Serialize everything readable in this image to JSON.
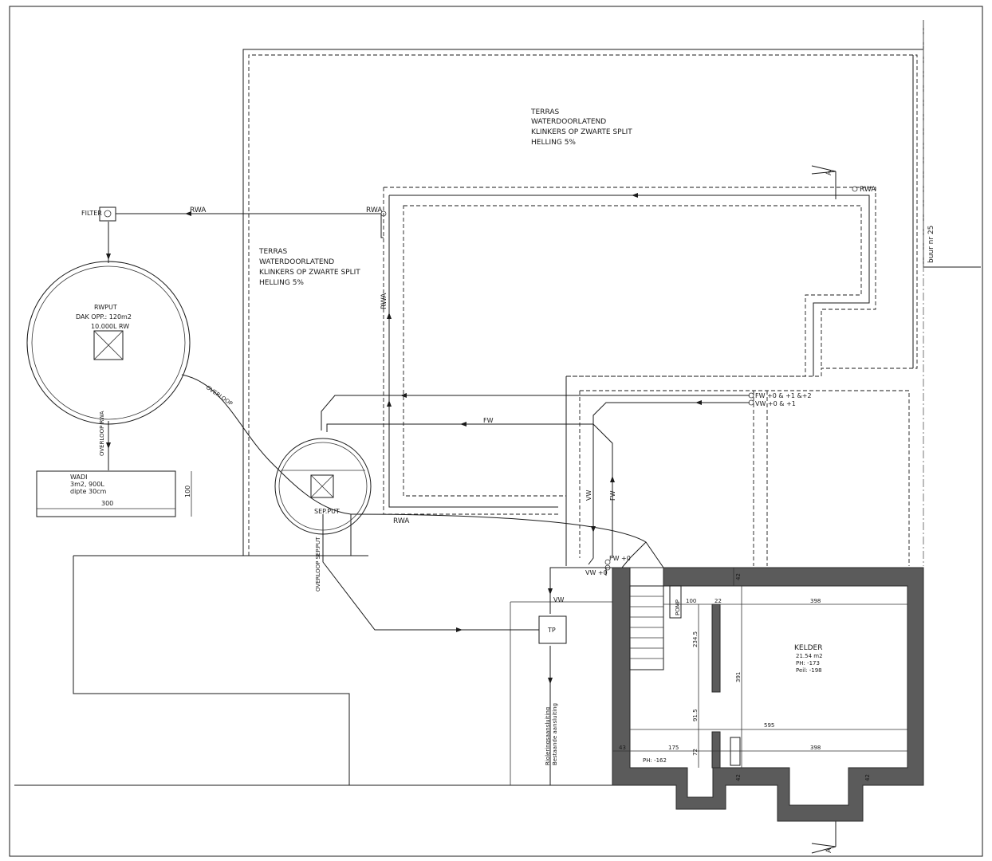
{
  "labels": {
    "terras_top": [
      "TERRAS",
      "WATERDOORLATEND",
      "KLINKERS OP ZWARTE SPLIT",
      "HELLING 5%"
    ],
    "terras_left": [
      "TERRAS",
      "WATERDOORLATEND",
      "KLINKERS OP ZWARTE SPLIT",
      "HELLING 5%"
    ],
    "filter": "FILTER",
    "rwa": "RWA",
    "rwput": [
      "RWPUT",
      "DAK OPP.: 120m2",
      "10.000L RW"
    ],
    "overloop_rwa": "OVERLOOP RWA",
    "wadi": [
      "WADI",
      "3m2, 900L",
      "dipte 30cm"
    ],
    "wadi_width": "300",
    "wadi_height": "100",
    "sep_put": "SEP.PUT",
    "overloop_sep_put": "OVERLOOP SEP.PUT",
    "overloop_short": "OVERLOOP",
    "fw_line": "FW +0 & +1 &+2",
    "vw_line": "VW +0 & +1",
    "fw": "FW",
    "vw": "VW",
    "fw0": "FW +0",
    "vw0": "VW +0",
    "tp": "TP",
    "pomp": "POMP",
    "riolering": [
      "Rioleringsaansluiting",
      "Bestaande aansluiting"
    ],
    "kelder": [
      "KELDER",
      "21.54 m2",
      "PH: -173",
      "Peil: -198"
    ],
    "buur": "buur nr 25",
    "section": "A",
    "ph162": "PH: -162"
  },
  "dimensions": {
    "d42a": "42",
    "d100": "100",
    "d22": "22",
    "d398a": "398",
    "d2345": "234.5",
    "d391": "391",
    "d915": "91.5",
    "d595": "595",
    "d43": "43",
    "d175": "175",
    "d72": "72",
    "d398b": "398",
    "d42b": "42",
    "d42c": "42"
  },
  "colors": {
    "line": "#1a1a1a",
    "wall": "#5b5b5b"
  }
}
